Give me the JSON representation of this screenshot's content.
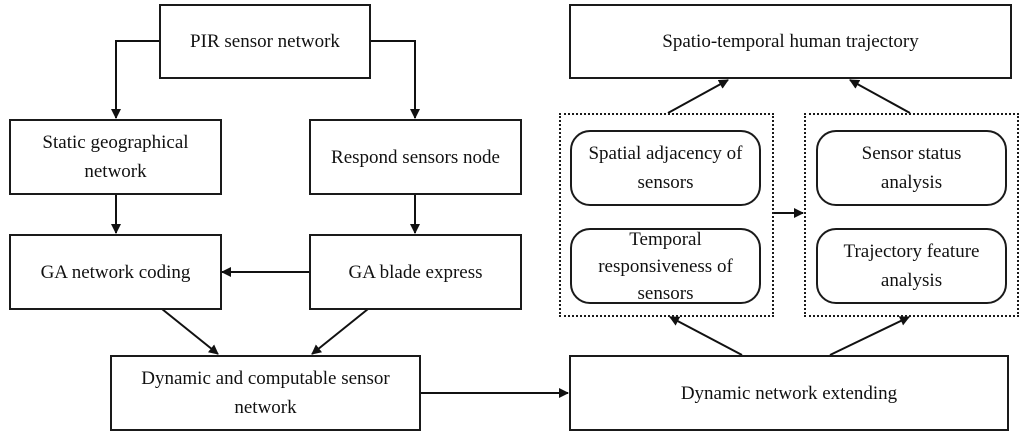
{
  "nodes": {
    "pir": "PIR sensor network",
    "static_geo_l1": "Static geographical",
    "static_geo_l2": "network",
    "respond": "Respond sensors node",
    "ga_coding": "GA network coding",
    "ga_blade": "GA blade express",
    "dyn_comp_l1": "Dynamic and computable sensor",
    "dyn_comp_l2": "network",
    "spatio": "Spatio-temporal human trajectory",
    "spatial_l1": "Spatial adjacency of",
    "spatial_l2": "sensors",
    "temporal_l1": "Temporal",
    "temporal_l2": "responsiveness of",
    "temporal_l3": "sensors",
    "status_l1": "Sensor status",
    "status_l2": "analysis",
    "trajfeat_l1": "Trajectory feature",
    "trajfeat_l2": "analysis",
    "dyn_ext": "Dynamic network extending"
  },
  "edges": [
    {
      "from": "PIR sensor network",
      "to": "Static geographical network"
    },
    {
      "from": "PIR sensor network",
      "to": "Respond sensors node"
    },
    {
      "from": "Static geographical network",
      "to": "GA network coding"
    },
    {
      "from": "Respond sensors node",
      "to": "GA blade express"
    },
    {
      "from": "GA blade express",
      "to": "GA network coding"
    },
    {
      "from": "GA network coding",
      "to": "Dynamic and computable sensor network"
    },
    {
      "from": "GA blade express",
      "to": "Dynamic and computable sensor network"
    },
    {
      "from": "Dynamic and computable sensor network",
      "to": "Dynamic network extending"
    },
    {
      "from": "Dynamic network extending",
      "to": "Sensor properties group"
    },
    {
      "from": "Dynamic network extending",
      "to": "Analysis group"
    },
    {
      "from": "Sensor properties group",
      "to": "Analysis group"
    },
    {
      "from": "Sensor properties group",
      "to": "Spatio-temporal human trajectory"
    },
    {
      "from": "Analysis group",
      "to": "Spatio-temporal human trajectory"
    }
  ]
}
